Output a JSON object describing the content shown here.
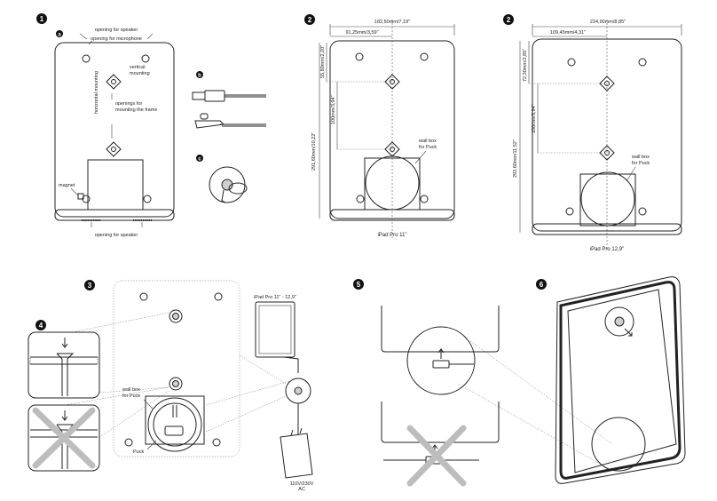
{
  "steps": {
    "s1": "1",
    "s2a": "2",
    "s2b": "2",
    "s3": "3",
    "s4": "4",
    "s5": "5",
    "s6": "6"
  },
  "letters": {
    "a": "a",
    "b": "b",
    "c": "c"
  },
  "panel1": {
    "opening_speaker_top": "opening for speaker",
    "opening_microphone": "opening for microphone",
    "vertical_mounting_1": "vertical",
    "vertical_mounting_2": "mounting",
    "horizontal_mounting": "horizontal mounting",
    "openings_frame_1": "openings for",
    "openings_frame_2": "mounting the frame",
    "magnet": "magnet",
    "opening_speaker_bottom": "opening for speaker"
  },
  "panel2a": {
    "width": "182,50mm/7,19\"",
    "offset": "91,25mm/3,59\"",
    "height": "291,60mm/10,22\"",
    "top": "55,80mm/2,20\"",
    "spacing": "100mm/3,94\"",
    "wallbox_1": "wall box",
    "wallbox_2": "for Puck",
    "model": "iPad Pro 11\""
  },
  "panel2b": {
    "width": "224,90mm/8,85\"",
    "offset": "109,45mm/4,31\"",
    "height": "292,60mm/11,52\"",
    "top": "72,30mm/2,85\"",
    "spacing": "100mm/3,94\"",
    "wallbox_1": "wall box",
    "wallbox_2": "for Puck",
    "model": "iPad Pro 12,9\""
  },
  "panel3": {
    "ipad_label": "iPad Pro 11\" - 12,9\"",
    "wallbox_1": "wall box",
    "wallbox_2": "for Puck",
    "puck": "Puck",
    "voltage_1": "110V/230V",
    "voltage_2": "AC"
  }
}
